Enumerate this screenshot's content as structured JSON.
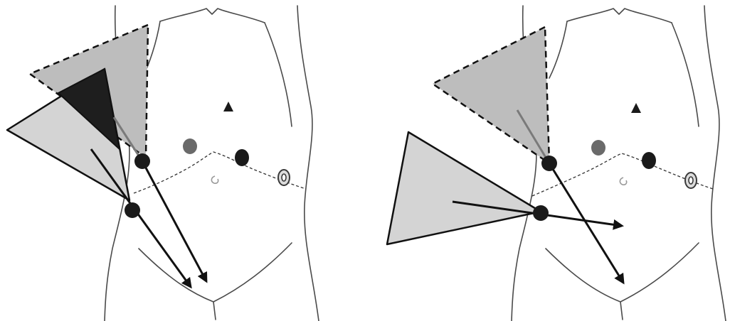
{
  "figure": {
    "panels": [
      {
        "id": "left",
        "description_free": true
      },
      {
        "id": "right",
        "description_free": true
      }
    ],
    "colors": {
      "light_cone": "#d4d4d4",
      "dashed_cone": "#bdbdbd",
      "overlap_cone": "#1e1e1e",
      "trocar_port": "#1a1a1a",
      "camera_port": "#6a6a6a",
      "body_outline": "#4a4a4a"
    },
    "icons": [
      "trocar-port",
      "camera-port",
      "triangle-marker",
      "ring-marker",
      "navel-mark"
    ]
  }
}
